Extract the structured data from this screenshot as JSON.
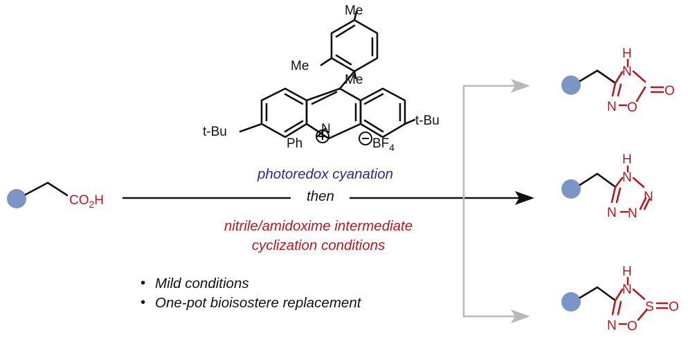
{
  "catalyst": {
    "me_top": "Me",
    "me_left": "Me",
    "me_right": "Me",
    "tbu_left": "t-Bu",
    "tbu_right": "t-Bu",
    "n_label": "N",
    "ph_label": "Ph",
    "counter_ion_b": "BF",
    "counter_ion_sub": "4"
  },
  "substrate": {
    "acid_label_a": "CO",
    "acid_sub": "2",
    "acid_label_b": "H"
  },
  "conditions": {
    "line1": "photoredox cyanation",
    "line2": "then",
    "line3": "nitrile/amidoxime intermediate",
    "line4": "cyclization conditions"
  },
  "features": {
    "bullet": "•",
    "items": [
      "Mild conditions",
      "One-pot bioisostere replacement"
    ]
  },
  "products": [
    {
      "h": "H",
      "n_top": "N",
      "n_left": "N",
      "o_ring": "O",
      "o_exo": "O"
    },
    {
      "h": "H",
      "n1": "N",
      "n2": "N",
      "n3": "N",
      "n4": "N"
    },
    {
      "h": "H",
      "n_top": "N",
      "n_left": "N",
      "o_ring": "O",
      "s": "S",
      "o_exo": "O"
    }
  ],
  "colors": {
    "blue_text": "#2a2a8e",
    "red_text": "#b01a22",
    "arrow_black": "#111111",
    "arrow_gray": "#b9b9b9",
    "dot": "#7b96c6"
  }
}
